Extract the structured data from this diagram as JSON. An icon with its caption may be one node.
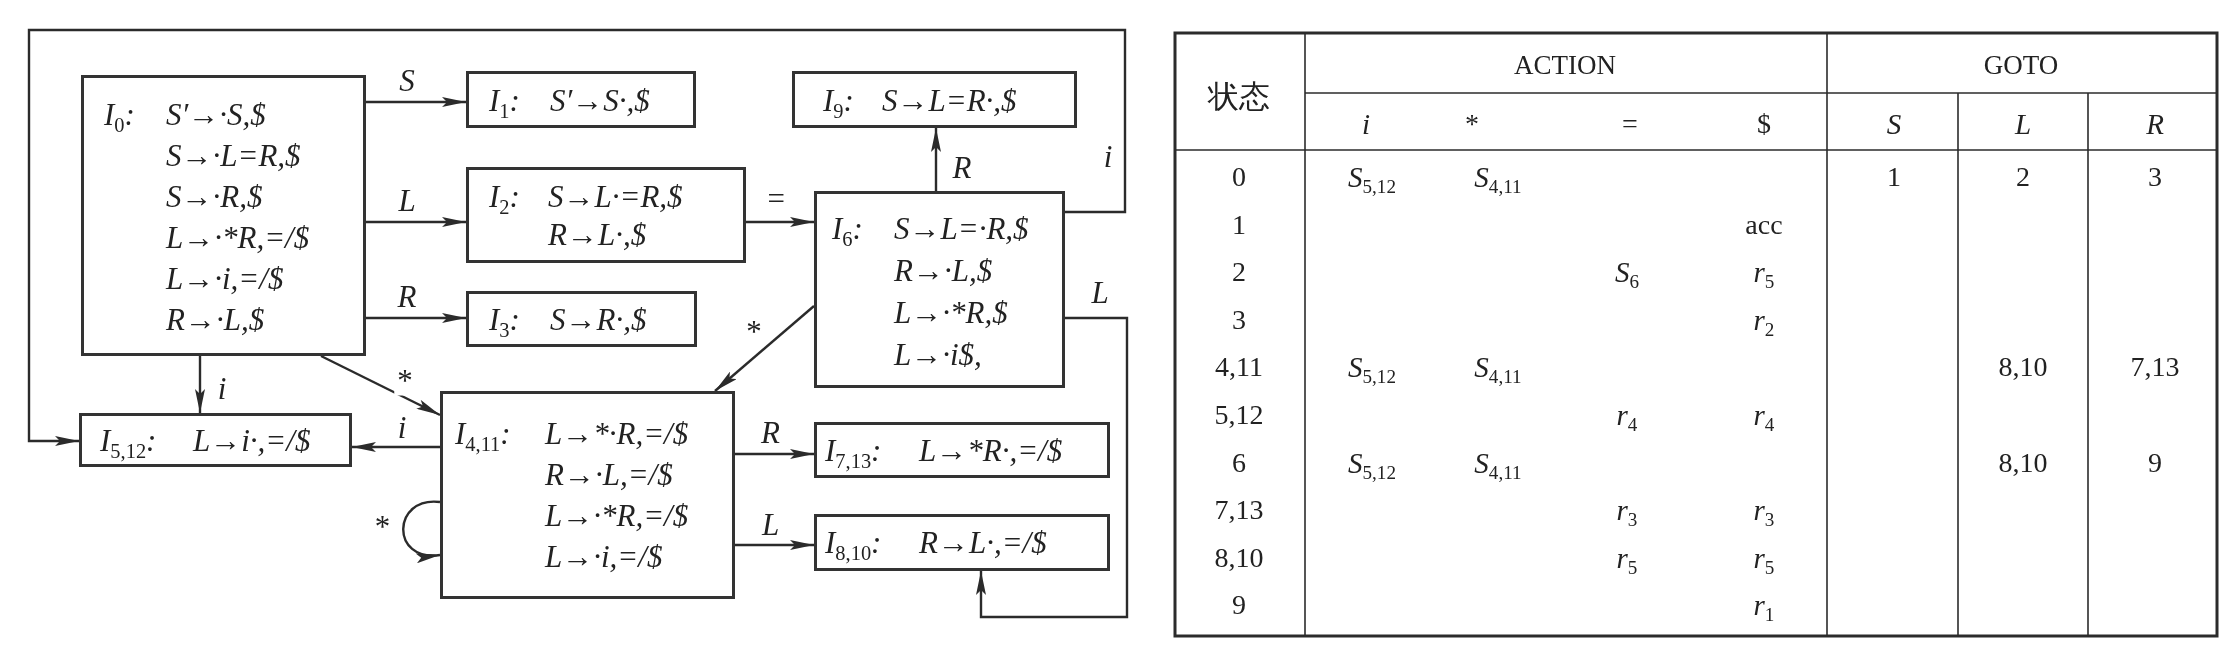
{
  "diagram": {
    "nodes": [
      {
        "text": [
          "I$_{0}$:",
          "S′→·S,$",
          "S→·L=R,$",
          "S→·R,$",
          "L→·*R,=/$",
          "L→·i,=/$",
          "R→·L,$"
        ]
      },
      {
        "text": [
          "I$_{1}$:",
          "S′→S·,$"
        ]
      },
      {
        "text": [
          "I$_{9}$:",
          "S→L=R·,$"
        ]
      },
      {
        "text": [
          "I$_{2}$:",
          "S→L·=R,$",
          "R→L·,$"
        ]
      },
      {
        "text": [
          "I$_{6}$:",
          "S→L=·R,$",
          "R→·L,$",
          "L→·*R,$",
          "L→·i$,"
        ]
      },
      {
        "text": [
          "I$_{3}$:",
          "S→R·,$"
        ]
      },
      {
        "text": [
          "I$_{5,12}$:",
          "L→i·,=/$"
        ]
      },
      {
        "text": [
          "I$_{4,11}$:",
          "L→*·R,=/$",
          "R→·L,=/$",
          "L→·*R,=/$",
          "L→·i,=/$"
        ]
      },
      {
        "text": [
          "I$_{7,13}$:",
          "L→*R·,=/$"
        ]
      },
      {
        "text": [
          "I$_{8,10}$:",
          "R→L·,=/$"
        ]
      }
    ],
    "edges": [
      {
        "from": 0,
        "to": 1,
        "arrow": "to",
        "label": "S"
      },
      {
        "from": 0,
        "to": 3,
        "arrow": "to",
        "label": "L"
      },
      {
        "from": 0,
        "to": 5,
        "arrow": "to",
        "label": "R"
      },
      {
        "from": 0,
        "to": 6,
        "arrow": "to",
        "label": "i"
      },
      {
        "from": 0,
        "to": 7,
        "arrow": "to",
        "label": "*"
      },
      {
        "from": 3,
        "to": 4,
        "arrow": "to",
        "label": "="
      },
      {
        "from": 4,
        "to": 2,
        "arrow": "to",
        "label": "R"
      },
      {
        "from": 4,
        "to": 6,
        "arrow": "to",
        "label": "i"
      },
      {
        "from": 4,
        "to": 7,
        "arrow": "to",
        "label": "*"
      },
      {
        "from": 4,
        "to": 9,
        "arrow": "to",
        "label": "L"
      },
      {
        "from": 7,
        "to": 6,
        "arrow": "to",
        "label": "i"
      },
      {
        "from": 7,
        "to": 7,
        "arrow": "to",
        "label": "*"
      },
      {
        "from": 7,
        "to": 8,
        "arrow": "to",
        "label": "R"
      },
      {
        "from": 7,
        "to": 9,
        "arrow": "to",
        "label": "L"
      }
    ],
    "labels": [
      "状态",
      "ACTION",
      "GOTO",
      "i",
      "*",
      "=",
      "$",
      "S",
      "L",
      "R",
      "0",
      "S$_{5,12}$",
      "S$_{4,11}$",
      "1",
      "2",
      "3",
      "1",
      "acc",
      "2",
      "S$_{6}$",
      "r$_{5}$",
      "3",
      "r$_{2}$",
      "4,11",
      "S$_{5,12}$",
      "S$_{4,11}$",
      "8,10",
      "7,13",
      "5,12",
      "r$_{4}$",
      "r$_{4}$",
      "6",
      "S$_{5,12}$",
      "S$_{4,11}$",
      "8,10",
      "9",
      "7,13",
      "r$_{3}$",
      "r$_{3}$",
      "8,10",
      "r$_{5}$",
      "r$_{5}$",
      "9",
      "r$_{1}$"
    ]
  }
}
